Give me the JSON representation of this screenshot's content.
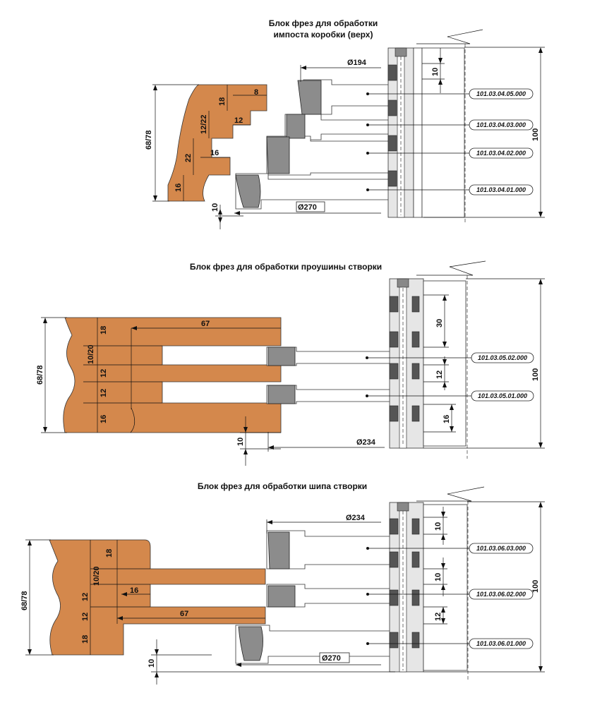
{
  "top": {
    "title_line1": "Блок фрез для обработки",
    "title_line2": "импоста коробки (верх)",
    "dia_top": "Ø194",
    "dia_bottom": "Ø270",
    "dim_height": "68/78",
    "dim_8": "8",
    "dim_18": "18",
    "dim_12_22": "12/22",
    "dim_12": "12",
    "dim_16a": "16",
    "dim_22": "22",
    "dim_16b": "16",
    "dim_10_right": "10",
    "dim_10_bottom": "10",
    "dim_100": "100",
    "parts": [
      "101.03.04.05.000",
      "101.03.04.03.000",
      "101.03.04.02.000",
      "101.03.04.01.000"
    ]
  },
  "middle": {
    "title": "Блок фрез для обработки проушины створки",
    "dia": "Ø234",
    "dim_height": "68/78",
    "dim_18": "18",
    "dim_67": "67",
    "dim_10_20": "10/20",
    "dim_12a": "12",
    "dim_12b": "12",
    "dim_16": "16",
    "dim_30": "30",
    "dim_12_right": "12",
    "dim_16_right": "16",
    "dim_10_bottom": "10",
    "dim_100": "100",
    "parts": [
      "101.03.05.02.000",
      "101.03.05.01.000"
    ]
  },
  "bottom": {
    "title": "Блок фрез для обработки шипа створки",
    "dia_top": "Ø234",
    "dia_bottom": "Ø270",
    "dim_height": "68/78",
    "dim_18": "18",
    "dim_10_20": "10/20",
    "dim_16": "16",
    "dim_12a": "12",
    "dim_12b": "12",
    "dim_67": "67",
    "dim_18b": "18",
    "dim_10_right_a": "10",
    "dim_10_right_b": "10",
    "dim_12_right": "12",
    "dim_10_bottom": "10",
    "dim_100": "100",
    "parts": [
      "101.03.06.03.000",
      "101.03.06.02.000",
      "101.03.06.01.000"
    ]
  }
}
